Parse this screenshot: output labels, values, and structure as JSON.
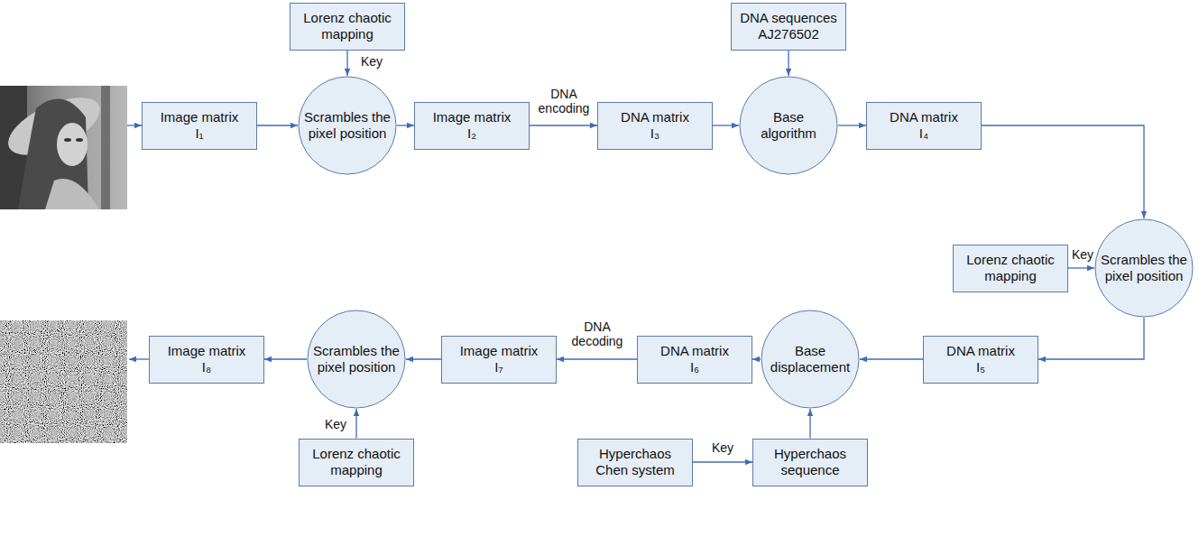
{
  "diagram": {
    "nodes": [
      {
        "text": [
          "Image matrix I₁"
        ]
      },
      {
        "text": [
          "Lorenz chaotic mapping"
        ]
      },
      {
        "text": [
          "Scrambles the pixel position"
        ]
      },
      {
        "text": [
          "Image matrix I₂"
        ]
      },
      {
        "text": [
          "DNA matrix I₃"
        ]
      },
      {
        "text": [
          "DNA sequences AJ276502"
        ]
      },
      {
        "text": [
          "Base algorithm"
        ]
      },
      {
        "text": [
          "DNA matrix I₄"
        ]
      },
      {
        "text": [
          "Lorenz chaotic mapping"
        ]
      },
      {
        "text": [
          "Scrambles the pixel position"
        ]
      },
      {
        "text": [
          "DNA matrix I₅"
        ]
      },
      {
        "text": [
          "Base displacement"
        ]
      },
      {
        "text": [
          "DNA matrix I₆"
        ]
      },
      {
        "text": [
          "Image matrix I₇"
        ]
      },
      {
        "text": [
          "Scrambles the pixel position"
        ]
      },
      {
        "text": [
          "Image matrix I₈"
        ]
      },
      {
        "text": [
          "Lorenz chaotic mapping"
        ]
      },
      {
        "text": [
          "Hyperchaos Chen system"
        ]
      },
      {
        "text": [
          "Hyperchaos sequence"
        ]
      }
    ],
    "edges": [
      {
        "from": 0,
        "to": 2,
        "arrow": "to"
      },
      {
        "from": 1,
        "to": 2,
        "label": "Key",
        "arrow": "to"
      },
      {
        "from": 2,
        "to": 3,
        "arrow": "to"
      },
      {
        "from": 3,
        "to": 4,
        "label": "DNA encoding",
        "arrow": "to"
      },
      {
        "from": 5,
        "to": 6,
        "arrow": "to"
      },
      {
        "from": 4,
        "to": 6,
        "arrow": "to"
      },
      {
        "from": 6,
        "to": 7,
        "arrow": "to"
      },
      {
        "from": 7,
        "to": 9,
        "arrow": "to"
      },
      {
        "from": 8,
        "to": 9,
        "label": "Key",
        "arrow": "to"
      },
      {
        "from": 9,
        "to": 10,
        "arrow": "to"
      },
      {
        "from": 10,
        "to": 11,
        "arrow": "to"
      },
      {
        "from": 17,
        "to": 18,
        "label": "Key",
        "arrow": "to"
      },
      {
        "from": 18,
        "to": 11,
        "arrow": "to"
      },
      {
        "from": 11,
        "to": 12,
        "arrow": "to"
      },
      {
        "from": 12,
        "to": 13,
        "label": "DNA decoding",
        "arrow": "to"
      },
      {
        "from": 13,
        "to": 14,
        "arrow": "to"
      },
      {
        "from": 16,
        "to": 14,
        "label": "Key",
        "arrow": "to"
      },
      {
        "from": 14,
        "to": 15,
        "arrow": "to"
      }
    ]
  }
}
